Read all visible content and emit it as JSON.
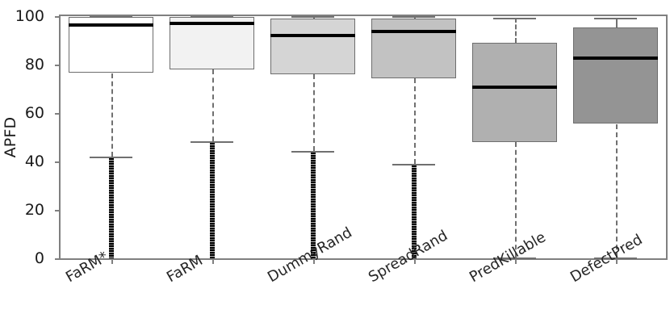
{
  "chart_data": {
    "type": "box",
    "title": "",
    "xlabel": "",
    "ylabel": "APFD",
    "ylim": [
      0,
      100
    ],
    "yticks": [
      0,
      20,
      40,
      60,
      80,
      100
    ],
    "ytick_labels": [
      "0",
      "20",
      "40",
      "60",
      "80",
      "100"
    ],
    "grid": false,
    "legend": "none",
    "categories": [
      "FaRM*",
      "FaRM",
      "DummyRand",
      "SpreadRand",
      "PredKillable",
      "DefectPred"
    ],
    "boxes": [
      {
        "label": "FaRM*",
        "q1": 76.5,
        "median": 97.0,
        "q3": 99.6,
        "whisker_low": 42.0,
        "whisker_high": 100.0,
        "fill_color": "#ffffff",
        "has_fliers": true,
        "flier_low": 0.0,
        "flier_high": 41.5
      },
      {
        "label": "FaRM",
        "q1": 78.0,
        "median": 97.6,
        "q3": 99.7,
        "whisker_low": 48.3,
        "whisker_high": 100.0,
        "fill_color": "#f2f2f2",
        "has_fliers": true,
        "flier_low": 0.0,
        "flier_high": 47.8
      },
      {
        "label": "DummyRand",
        "q1": 76.0,
        "median": 92.8,
        "q3": 99.0,
        "whisker_low": 44.3,
        "whisker_high": 100.0,
        "fill_color": "#d5d5d5",
        "has_fliers": true,
        "flier_low": 0.0,
        "flier_high": 43.8
      },
      {
        "label": "SpreadRand",
        "q1": 74.5,
        "median": 94.5,
        "q3": 99.0,
        "whisker_low": 38.9,
        "whisker_high": 100.0,
        "fill_color": "#c2c2c2",
        "has_fliers": true,
        "flier_low": 0.0,
        "flier_high": 38.4
      },
      {
        "label": "PredKillable",
        "q1": 48.0,
        "median": 71.5,
        "q3": 89.0,
        "whisker_low": 0.3,
        "whisker_high": 99.2,
        "fill_color": "#b0b0b0",
        "has_fliers": false,
        "flier_low": null,
        "flier_high": null
      },
      {
        "label": "DefectPred",
        "q1": 55.5,
        "median": 83.4,
        "q3": 95.4,
        "whisker_low": 0.3,
        "whisker_high": 99.2,
        "fill_color": "#949494",
        "has_fliers": false,
        "flier_low": null,
        "flier_high": null
      }
    ]
  }
}
